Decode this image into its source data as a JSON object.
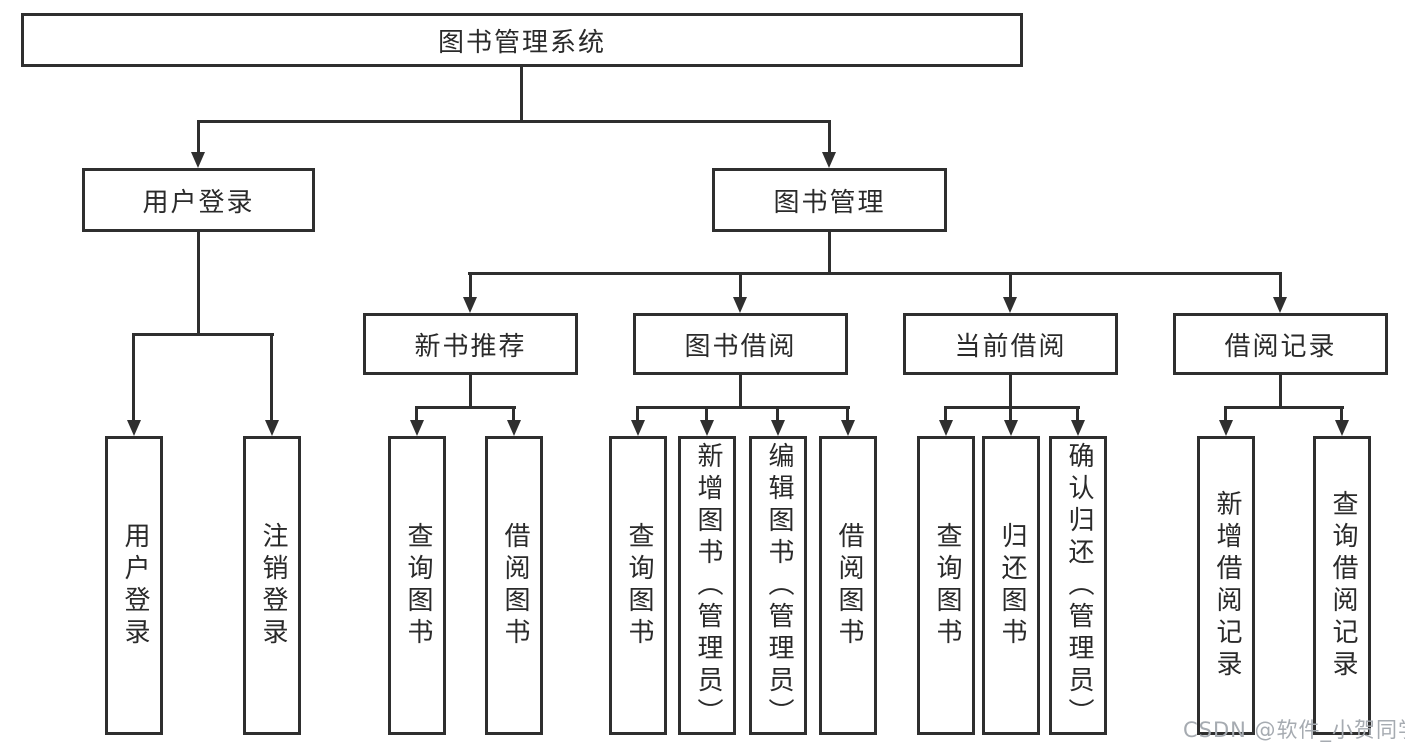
{
  "colors": {
    "line": "#2f2f2f",
    "box_border": "#2f2f2f",
    "box_background": "#ffffff",
    "text": "#2a2a2a",
    "watermark": "#a6abb1"
  },
  "watermark": {
    "text": "CSDN @软件_小贺同学"
  },
  "tree": {
    "root": {
      "label": "图书管理系统"
    },
    "children": [
      {
        "label": "用户登录",
        "children": [
          {
            "label": "用户登录"
          },
          {
            "label": "注销登录"
          }
        ]
      },
      {
        "label": "图书管理",
        "children": [
          {
            "label": "新书推荐",
            "children": [
              {
                "label": "查询图书"
              },
              {
                "label": "借阅图书"
              }
            ]
          },
          {
            "label": "图书借阅",
            "children": [
              {
                "label": "查询图书"
              },
              {
                "label": "新增图书（管理员）"
              },
              {
                "label": "编辑图书（管理员）"
              },
              {
                "label": "借阅图书"
              }
            ]
          },
          {
            "label": "当前借阅",
            "children": [
              {
                "label": "查询图书"
              },
              {
                "label": "归还图书"
              },
              {
                "label": "确认归还（管理员）"
              }
            ]
          },
          {
            "label": "借阅记录",
            "children": [
              {
                "label": "新增借阅记录"
              },
              {
                "label": "查询借阅记录"
              }
            ]
          }
        ]
      }
    ]
  }
}
